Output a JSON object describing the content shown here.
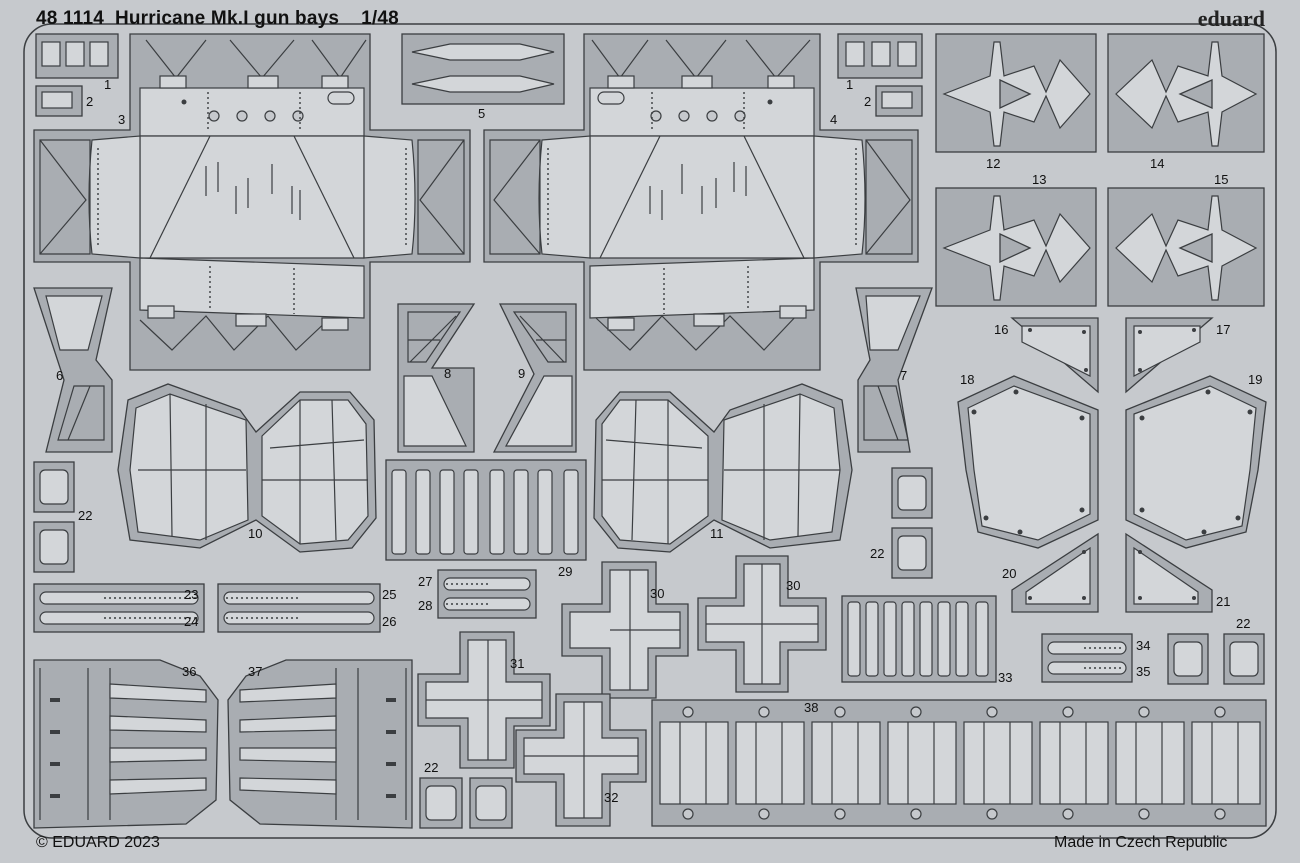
{
  "header": {
    "code": "48 1114",
    "name": "Hurricane Mk.I gun bays",
    "scale": "1/48",
    "brand": "eduard"
  },
  "footer": {
    "copyright": "© EDUARD 2023",
    "origin": "Made in Czech Republic"
  },
  "part_numbers": {
    "p1a": "1",
    "p1b": "1",
    "p2a": "2",
    "p2b": "2",
    "p3": "3",
    "p4": "4",
    "p5": "5",
    "p6": "6",
    "p7": "7",
    "p8": "8",
    "p9": "9",
    "p10": "10",
    "p11": "11",
    "p12": "12",
    "p13": "13",
    "p14": "14",
    "p15": "15",
    "p16": "16",
    "p17": "17",
    "p18": "18",
    "p19": "19",
    "p20": "20",
    "p21": "21",
    "p22a": "22",
    "p22b": "22",
    "p22c": "22",
    "p22d": "22",
    "p23": "23",
    "p24": "24",
    "p25": "25",
    "p26": "26",
    "p27": "27",
    "p28": "28",
    "p29": "29",
    "p30a": "30",
    "p30b": "30",
    "p31": "31",
    "p32": "32",
    "p33": "33",
    "p34": "34",
    "p35": "35",
    "p36": "36",
    "p37": "37",
    "p38": "38"
  },
  "colors": {
    "sheet": "#c6c9cd",
    "part": "#a9adb2",
    "part_light": "#d0d3d6",
    "outline": "#3a3d40"
  }
}
